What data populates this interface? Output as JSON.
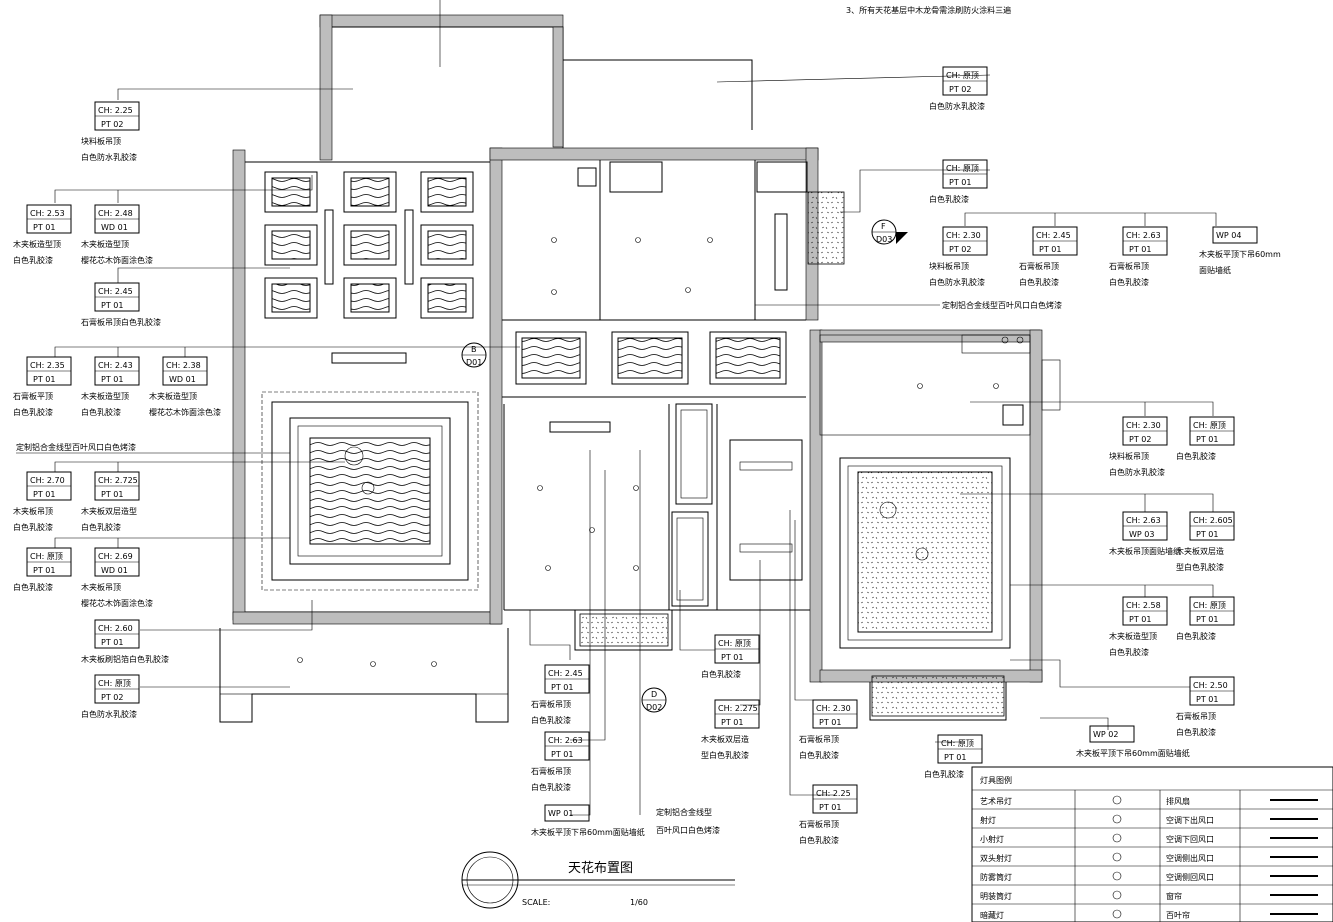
{
  "note_top": "3、所有天花基层中木龙骨需涂刷防火涂料三遍",
  "drawing_title": "天花布置图",
  "scale_label": "SCALE:",
  "scale_value": "1/60",
  "tags": [
    {
      "id": "t1",
      "top": "CH: 2.25",
      "bot": "PT 02",
      "d1": "块料板吊顶",
      "d2": "白色防水乳胶漆"
    },
    {
      "id": "t2",
      "top": "CH: 原顶",
      "bot": "PT 02",
      "d1": "白色防水乳胶漆",
      "d2": ""
    },
    {
      "id": "t3",
      "top": "CH: 2.53",
      "bot": "PT 01",
      "d1": "木夹板造型顶",
      "d2": "白色乳胶漆"
    },
    {
      "id": "t4",
      "top": "CH: 2.48",
      "bot": "WD 01",
      "d1": "木夹板造型顶",
      "d2": "樱花芯木饰面涂色漆"
    },
    {
      "id": "t5",
      "top": "CH: 原顶",
      "bot": "PT 01",
      "d1": "白色乳胶漆",
      "d2": ""
    },
    {
      "id": "t6",
      "top": "CH: 2.45",
      "bot": "PT 01",
      "d1": "石膏板吊顶白色乳胶漆",
      "d2": ""
    },
    {
      "id": "t7",
      "top": "CH: 2.30",
      "bot": "PT 02",
      "d1": "块料板吊顶",
      "d2": "白色防水乳胶漆"
    },
    {
      "id": "t8",
      "top": "CH: 2.45",
      "bot": "PT 01",
      "d1": "石膏板吊顶",
      "d2": "白色乳胶漆"
    },
    {
      "id": "t9",
      "top": "CH: 2.63",
      "bot": "PT 01",
      "d1": "石膏板吊顶",
      "d2": "白色乳胶漆"
    },
    {
      "id": "t10",
      "top": "WP 04",
      "bot": "",
      "d1": "木夹板平顶下吊60mm",
      "d2": "面贴墙纸"
    },
    {
      "id": "t11",
      "top": "CH: 2.35",
      "bot": "PT 01",
      "d1": "石膏板平顶",
      "d2": "白色乳胶漆"
    },
    {
      "id": "t12",
      "top": "CH: 2.43",
      "bot": "PT 01",
      "d1": "木夹板造型顶",
      "d2": "白色乳胶漆"
    },
    {
      "id": "t13",
      "top": "CH: 2.38",
      "bot": "WD 01",
      "d1": "木夹板造型顶",
      "d2": "樱花芯木饰面涂色漆"
    },
    {
      "id": "t14",
      "top": "CH: 2.30",
      "bot": "PT 02",
      "d1": "块料板吊顶",
      "d2": "白色防水乳胶漆"
    },
    {
      "id": "t15",
      "top": "CH: 原顶",
      "bot": "PT 01",
      "d1": "白色乳胶漆",
      "d2": ""
    },
    {
      "id": "t16",
      "top": "CH: 2.70",
      "bot": "PT 01",
      "d1": "木夹板吊顶",
      "d2": "白色乳胶漆"
    },
    {
      "id": "t17",
      "top": "CH: 2.725",
      "bot": "PT 01",
      "d1": "木夹板双层造型",
      "d2": "白色乳胶漆"
    },
    {
      "id": "t18",
      "top": "CH: 2.63",
      "bot": "WP 03",
      "d1": "木夹板吊顶面贴墙纸",
      "d2": ""
    },
    {
      "id": "t19",
      "top": "CH: 2.605",
      "bot": "PT 01",
      "d1": "木夹板双层造",
      "d2": "型白色乳胶漆"
    },
    {
      "id": "t20",
      "top": "CH: 原顶",
      "bot": "PT 01",
      "d1": "白色乳胶漆",
      "d2": ""
    },
    {
      "id": "t21",
      "top": "CH: 2.69",
      "bot": "WD 01",
      "d1": "木夹板吊顶",
      "d2": "樱花芯木饰面涂色漆"
    },
    {
      "id": "t22",
      "top": "CH: 2.58",
      "bot": "PT 01",
      "d1": "木夹板造型顶",
      "d2": "白色乳胶漆"
    },
    {
      "id": "t23",
      "top": "CH: 原顶",
      "bot": "PT 01",
      "d1": "白色乳胶漆",
      "d2": ""
    },
    {
      "id": "t24",
      "top": "CH: 2.60",
      "bot": "PT 01",
      "d1": "木夹板刷铝箔白色乳胶漆",
      "d2": ""
    },
    {
      "id": "t25",
      "top": "CH: 原顶",
      "bot": "PT 01",
      "d1": "白色乳胶漆",
      "d2": ""
    },
    {
      "id": "t26",
      "top": "CH: 原顶",
      "bot": "PT 02",
      "d1": "白色防水乳胶漆",
      "d2": ""
    },
    {
      "id": "t27",
      "top": "CH: 2.45",
      "bot": "PT 01",
      "d1": "石膏板吊顶",
      "d2": "白色乳胶漆"
    },
    {
      "id": "t28",
      "top": "CH: 2.275",
      "bot": "PT 01",
      "d1": "木夹板双层造",
      "d2": "型白色乳胶漆"
    },
    {
      "id": "t29",
      "top": "CH: 2.30",
      "bot": "PT 01",
      "d1": "石膏板吊顶",
      "d2": "白色乳胶漆"
    },
    {
      "id": "t30",
      "top": "CH: 2.50",
      "bot": "PT 01",
      "d1": "石膏板吊顶",
      "d2": "白色乳胶漆"
    },
    {
      "id": "t31",
      "top": "CH: 2.63",
      "bot": "PT 01",
      "d1": "石膏板吊顶",
      "d2": "白色乳胶漆"
    },
    {
      "id": "t32",
      "top": "CH: 原顶",
      "bot": "PT 01",
      "d1": "白色乳胶漆",
      "d2": ""
    },
    {
      "id": "t33",
      "top": "WP 02",
      "bot": "",
      "d1": "木夹板平顶下吊60mm面贴墙纸",
      "d2": ""
    },
    {
      "id": "t34",
      "top": "CH: 2.25",
      "bot": "PT 01",
      "d1": "石膏板吊顶",
      "d2": "白色乳胶漆"
    },
    {
      "id": "t35",
      "top": "WP 01",
      "bot": "",
      "d1": "木夹板平顶下吊60mm面贴墙纸",
      "d2": ""
    }
  ],
  "callouts": {
    "c1": "定制铝合金线型百叶风口白色烤漆",
    "c2": "定制铝合金线型百叶风口白色烤漆",
    "c3a": "定制铝合金线型",
    "c3b": "百叶风口白色烤漆"
  },
  "section_marks": [
    {
      "id": "s1",
      "letter": "F",
      "code": "D03"
    },
    {
      "id": "s2",
      "letter": "B",
      "code": "D01"
    },
    {
      "id": "s3",
      "letter": "D",
      "code": "D02"
    }
  ],
  "legend": {
    "title": "灯具图例",
    "rows": [
      {
        "a": "艺术吊灯",
        "b": "排风扇"
      },
      {
        "a": "射灯",
        "b": "空调下出风口"
      },
      {
        "a": "小射灯",
        "b": "空调下回风口"
      },
      {
        "a": "双头射灯",
        "b": "空调侧出风口"
      },
      {
        "a": "防雾筒灯",
        "b": "空调侧回风口"
      },
      {
        "a": "明装筒灯",
        "b": "窗帘"
      },
      {
        "a": "暗藏灯",
        "b": "百叶帘"
      }
    ]
  }
}
